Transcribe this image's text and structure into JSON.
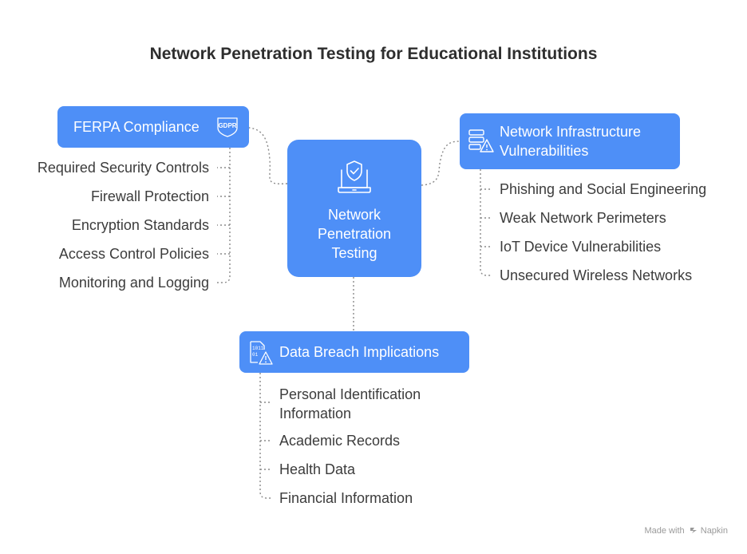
{
  "title": "Network Penetration Testing for Educational Institutions",
  "center": {
    "label": "Network Penetration Testing",
    "icon": "laptop-shield-icon"
  },
  "ferpa": {
    "label": "FERPA Compliance",
    "icon": "gdpr-shield-icon",
    "items": [
      "Required Security Controls",
      "Firewall Protection",
      "Encryption Standards",
      "Access Control Policies",
      "Monitoring and Logging"
    ]
  },
  "infra": {
    "label": "Network Infrastructure Vulnerabilities",
    "icon": "server-warning-icon",
    "items": [
      "Phishing and Social Engineering",
      "Weak Network Perimeters",
      "IoT Device Vulnerabilities",
      "Unsecured Wireless Networks"
    ]
  },
  "breach": {
    "label": "Data Breach Implications",
    "icon": "binary-file-warning-icon",
    "items": [
      "Personal Identification Information",
      "Academic Records",
      "Health Data",
      "Financial Information"
    ]
  },
  "footer": {
    "made_with": "Made with",
    "brand": "Napkin"
  },
  "colors": {
    "node": "#4e8ff7",
    "connector": "#8a8a8a"
  }
}
